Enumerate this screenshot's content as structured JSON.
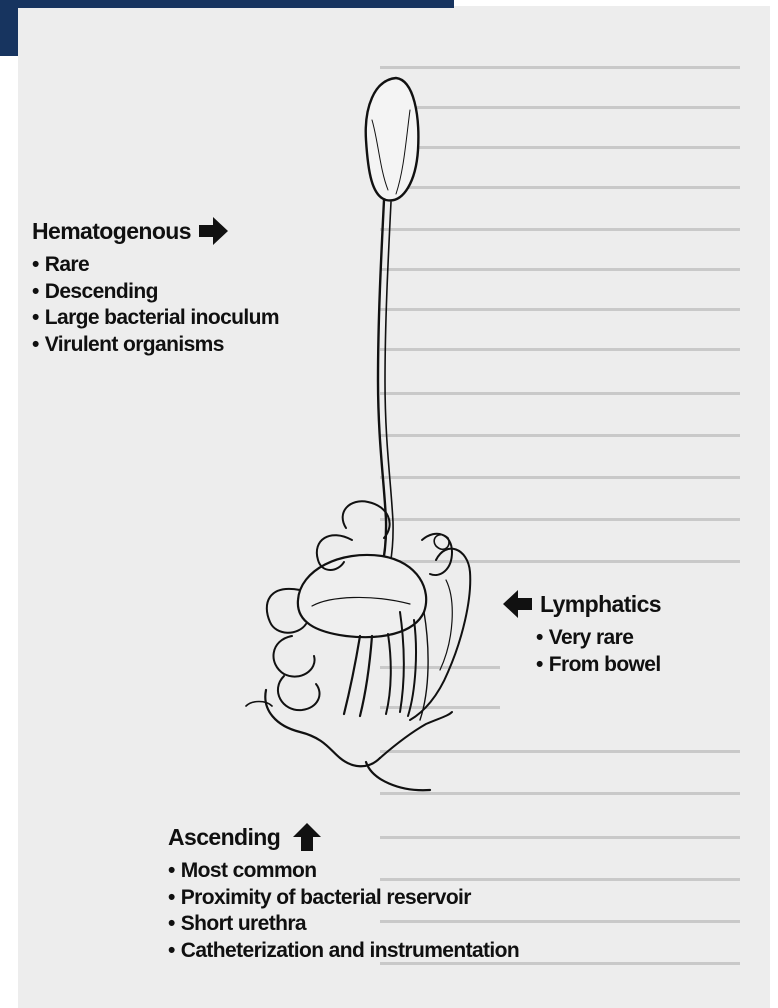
{
  "routes": {
    "hematogenous": {
      "title": "Hematogenous",
      "points": [
        "Rare",
        "Descending",
        "Large bacterial inoculum",
        "Virulent organisms"
      ]
    },
    "lymphatics": {
      "title": "Lymphatics",
      "points": [
        "Very rare",
        "From bowel"
      ]
    },
    "ascending": {
      "title": "Ascending",
      "points": [
        "Most common",
        "Proximity of bacterial reservoir",
        "Short urethra",
        "Catheterization and instrumentation"
      ]
    }
  },
  "colors": {
    "frame": "#17345f",
    "ink": "#101010",
    "paper": "#ededed"
  }
}
